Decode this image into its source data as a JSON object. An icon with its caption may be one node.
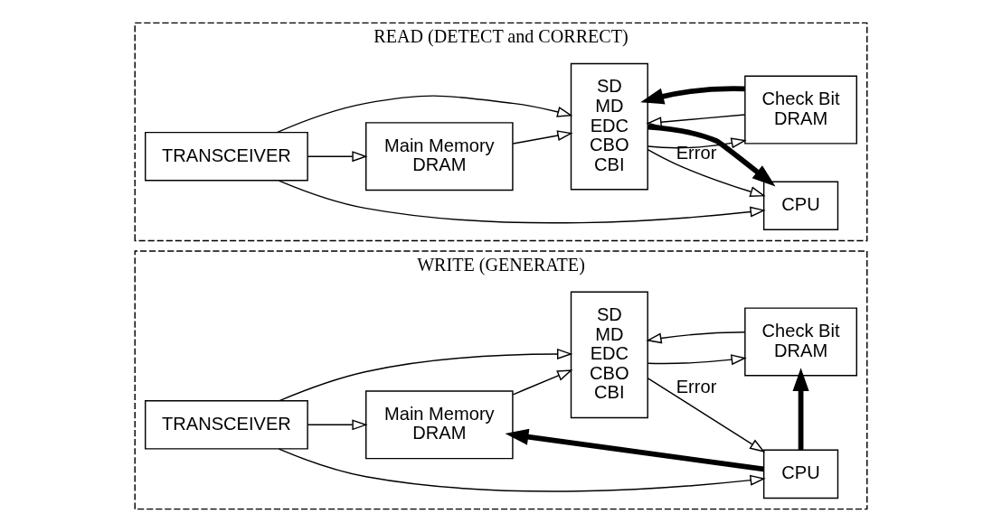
{
  "diagram": {
    "nodes": [
      {
        "text": [
          "WRITE (GENERATE)"
        ]
      },
      {
        "text": [
          "CPU"
        ],
        "in": 0
      },
      {
        "text": [
          "TRANSCEIVER"
        ],
        "in": 0
      },
      {
        "text": [
          "Main Memory",
          "DRAM"
        ],
        "in": 0
      },
      {
        "text": [
          "SD",
          "MD",
          "EDC",
          "CBO",
          "CBI"
        ],
        "in": 0
      },
      {
        "text": [
          "Check Bit",
          "DRAM"
        ],
        "in": 0
      },
      {
        "text": [
          "READ (DETECT and CORRECT)"
        ]
      },
      {
        "text": [
          "CPU"
        ],
        "in": 6
      },
      {
        "text": [
          "TRANSCEIVER"
        ],
        "in": 6
      },
      {
        "text": [
          "Main Memory",
          "DRAM"
        ],
        "in": 6
      },
      {
        "text": [
          "SD",
          "MD",
          "EDC",
          "CBO",
          "CBI"
        ],
        "in": 6
      },
      {
        "text": [
          "Check Bit",
          "DRAM"
        ],
        "in": 6
      }
    ],
    "edges": [
      {
        "from": 2,
        "to": 1,
        "arrow": "to"
      },
      {
        "from": 2,
        "to": 3,
        "arrow": "to"
      },
      {
        "from": 2,
        "to": 4,
        "arrow": "to"
      },
      {
        "from": 3,
        "to": 4,
        "arrow": "to"
      },
      {
        "from": 4,
        "to": 5,
        "arrow": "to"
      },
      {
        "from": 5,
        "to": 4,
        "arrow": "to"
      },
      {
        "from": 4,
        "to": 1,
        "arrow": "to",
        "label": "Error"
      },
      {
        "from": 1,
        "to": 3,
        "arrow": "to",
        "style": "thick"
      },
      {
        "from": 1,
        "to": 5,
        "arrow": "to",
        "style": "thick"
      },
      {
        "from": 8,
        "to": 7,
        "arrow": "to"
      },
      {
        "from": 8,
        "to": 9,
        "arrow": "to"
      },
      {
        "from": 8,
        "to": 10,
        "arrow": "to"
      },
      {
        "from": 9,
        "to": 10,
        "arrow": "to"
      },
      {
        "from": 10,
        "to": 11,
        "arrow": "to"
      },
      {
        "from": 11,
        "to": 10,
        "arrow": "to"
      },
      {
        "from": 10,
        "to": 7,
        "arrow": "to",
        "label": "Error"
      },
      {
        "from": 10,
        "to": 7,
        "arrow": "to",
        "style": "thick"
      },
      {
        "from": 11,
        "to": 10,
        "arrow": "to",
        "style": "thick"
      }
    ]
  }
}
